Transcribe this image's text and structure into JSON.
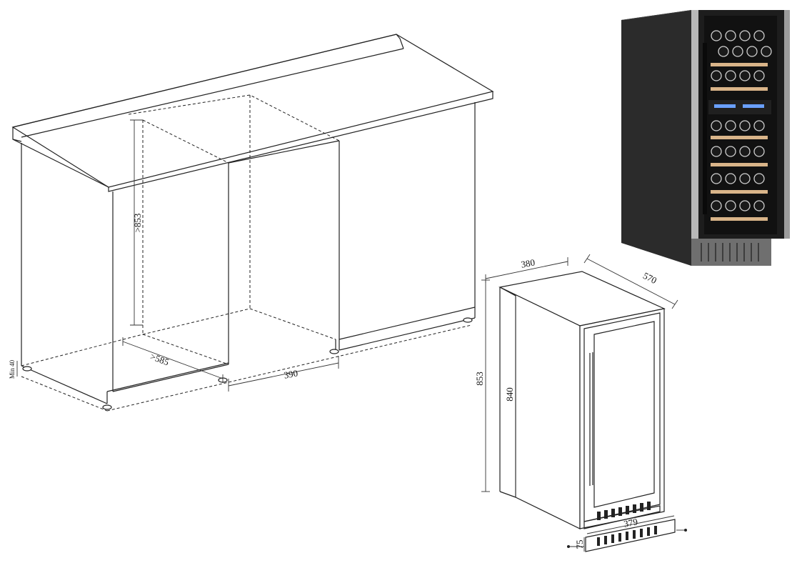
{
  "dimensions": {
    "niche_height": ">853",
    "niche_depth": ">585",
    "niche_width": "390",
    "min_gap": "Min 40",
    "unit_width": "380",
    "unit_depth": "570",
    "unit_height_total": "853",
    "unit_height_body": "840",
    "kick_plate_width": "379",
    "kick_plate_height": "75"
  }
}
